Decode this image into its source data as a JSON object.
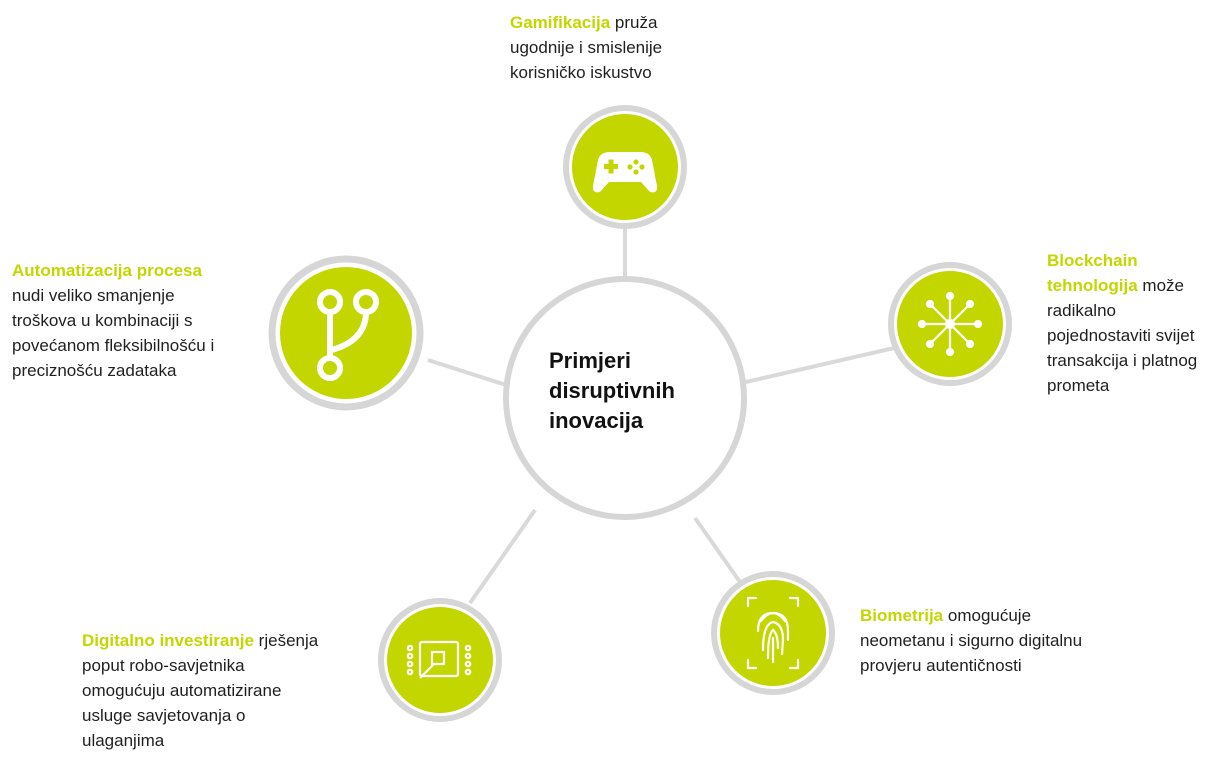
{
  "center": {
    "line1": "Primjeri",
    "line2": "disruptivnih",
    "line3": "inovacija"
  },
  "nodes": {
    "gamification": {
      "icon": "gamepad-icon",
      "highlight": "Gamifikacija",
      "text": "pruža ugodnije i smislenije korisničko iskustvo"
    },
    "automation": {
      "icon": "branch-icon",
      "highlight": "Automatizacija procesa",
      "text": "nudi veliko smanjenje troškova u kombinaciji s povećanom fleksibilnošću i preciznošću zadataka"
    },
    "blockchain": {
      "icon": "network-icon",
      "highlight": "Blockchain tehnologija",
      "text": "može radikalno pojednostaviti svijet transakcija i platnog prometa"
    },
    "biometrics": {
      "icon": "fingerprint-icon",
      "highlight": "Biometrija",
      "text": "omogućuje neometanu i sigurno digitalnu provjeru autentičnosti"
    },
    "investing": {
      "icon": "chip-icon",
      "highlight": "Digitalno investiranje",
      "text": "rješenja poput robo-savjetnika omogućuju automatizirane usluge savjetovanja o ulaganjima"
    }
  },
  "colors": {
    "accent": "#c4d600",
    "ring": "#d6d6d6",
    "connector": "#d9d9d9",
    "text": "#1f1f1f"
  }
}
